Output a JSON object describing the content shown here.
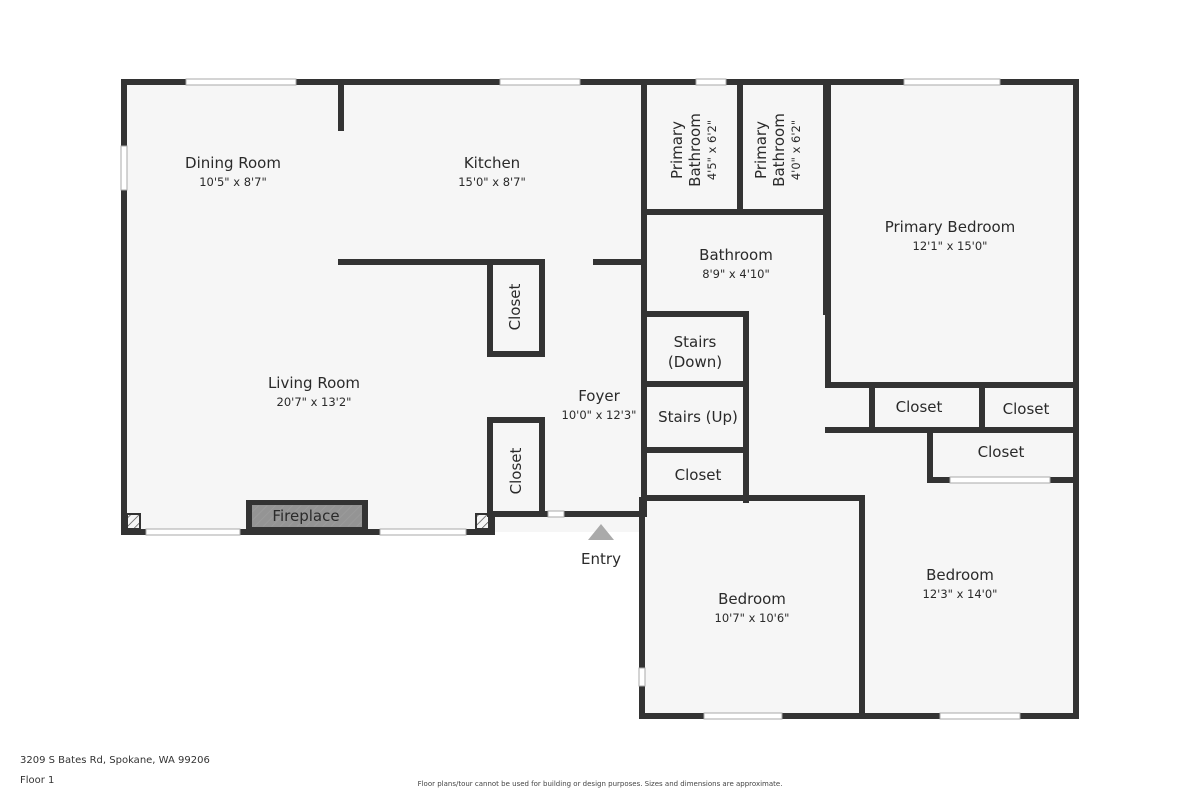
{
  "rooms": {
    "dining_room": {
      "name": "Dining Room",
      "dim": "10'5\" x 8'7\""
    },
    "kitchen": {
      "name": "Kitchen",
      "dim": "15'0\" x 8'7\""
    },
    "primary_bath_1": {
      "name1": "Primary",
      "name2": "Bathroom",
      "dim": "4'5\" x 6'2\""
    },
    "primary_bath_2": {
      "name1": "Primary",
      "name2": "Bathroom",
      "dim": "4'0\" x 6'2\""
    },
    "primary_bedroom": {
      "name": "Primary Bedroom",
      "dim": "12'1\" x 15'0\""
    },
    "bathroom": {
      "name": "Bathroom",
      "dim": "8'9\" x 4'10\""
    },
    "living_room": {
      "name": "Living Room",
      "dim": "20'7\" x 13'2\""
    },
    "foyer": {
      "name": "Foyer",
      "dim": "10'0\" x 12'3\""
    },
    "bedroom_1": {
      "name": "Bedroom",
      "dim": "10'7\" x 10'6\""
    },
    "bedroom_2": {
      "name": "Bedroom",
      "dim": "12'3\" x 14'0\""
    }
  },
  "labels": {
    "closet": "Closet",
    "stairs_down_1": "Stairs",
    "stairs_down_2": "(Down)",
    "stairs_up": "Stairs (Up)",
    "fireplace": "Fireplace",
    "entry": "Entry"
  },
  "footer": {
    "address": "3209 S Bates Rd, Spokane, WA 99206",
    "floor": "Floor 1",
    "disclaimer": "Floor plans/tour cannot be used for building or design purposes. Sizes and dimensions are approximate."
  },
  "colors": {
    "wall": "#333333",
    "floor": "#f6f6f6",
    "window": "#bbbbbb"
  }
}
